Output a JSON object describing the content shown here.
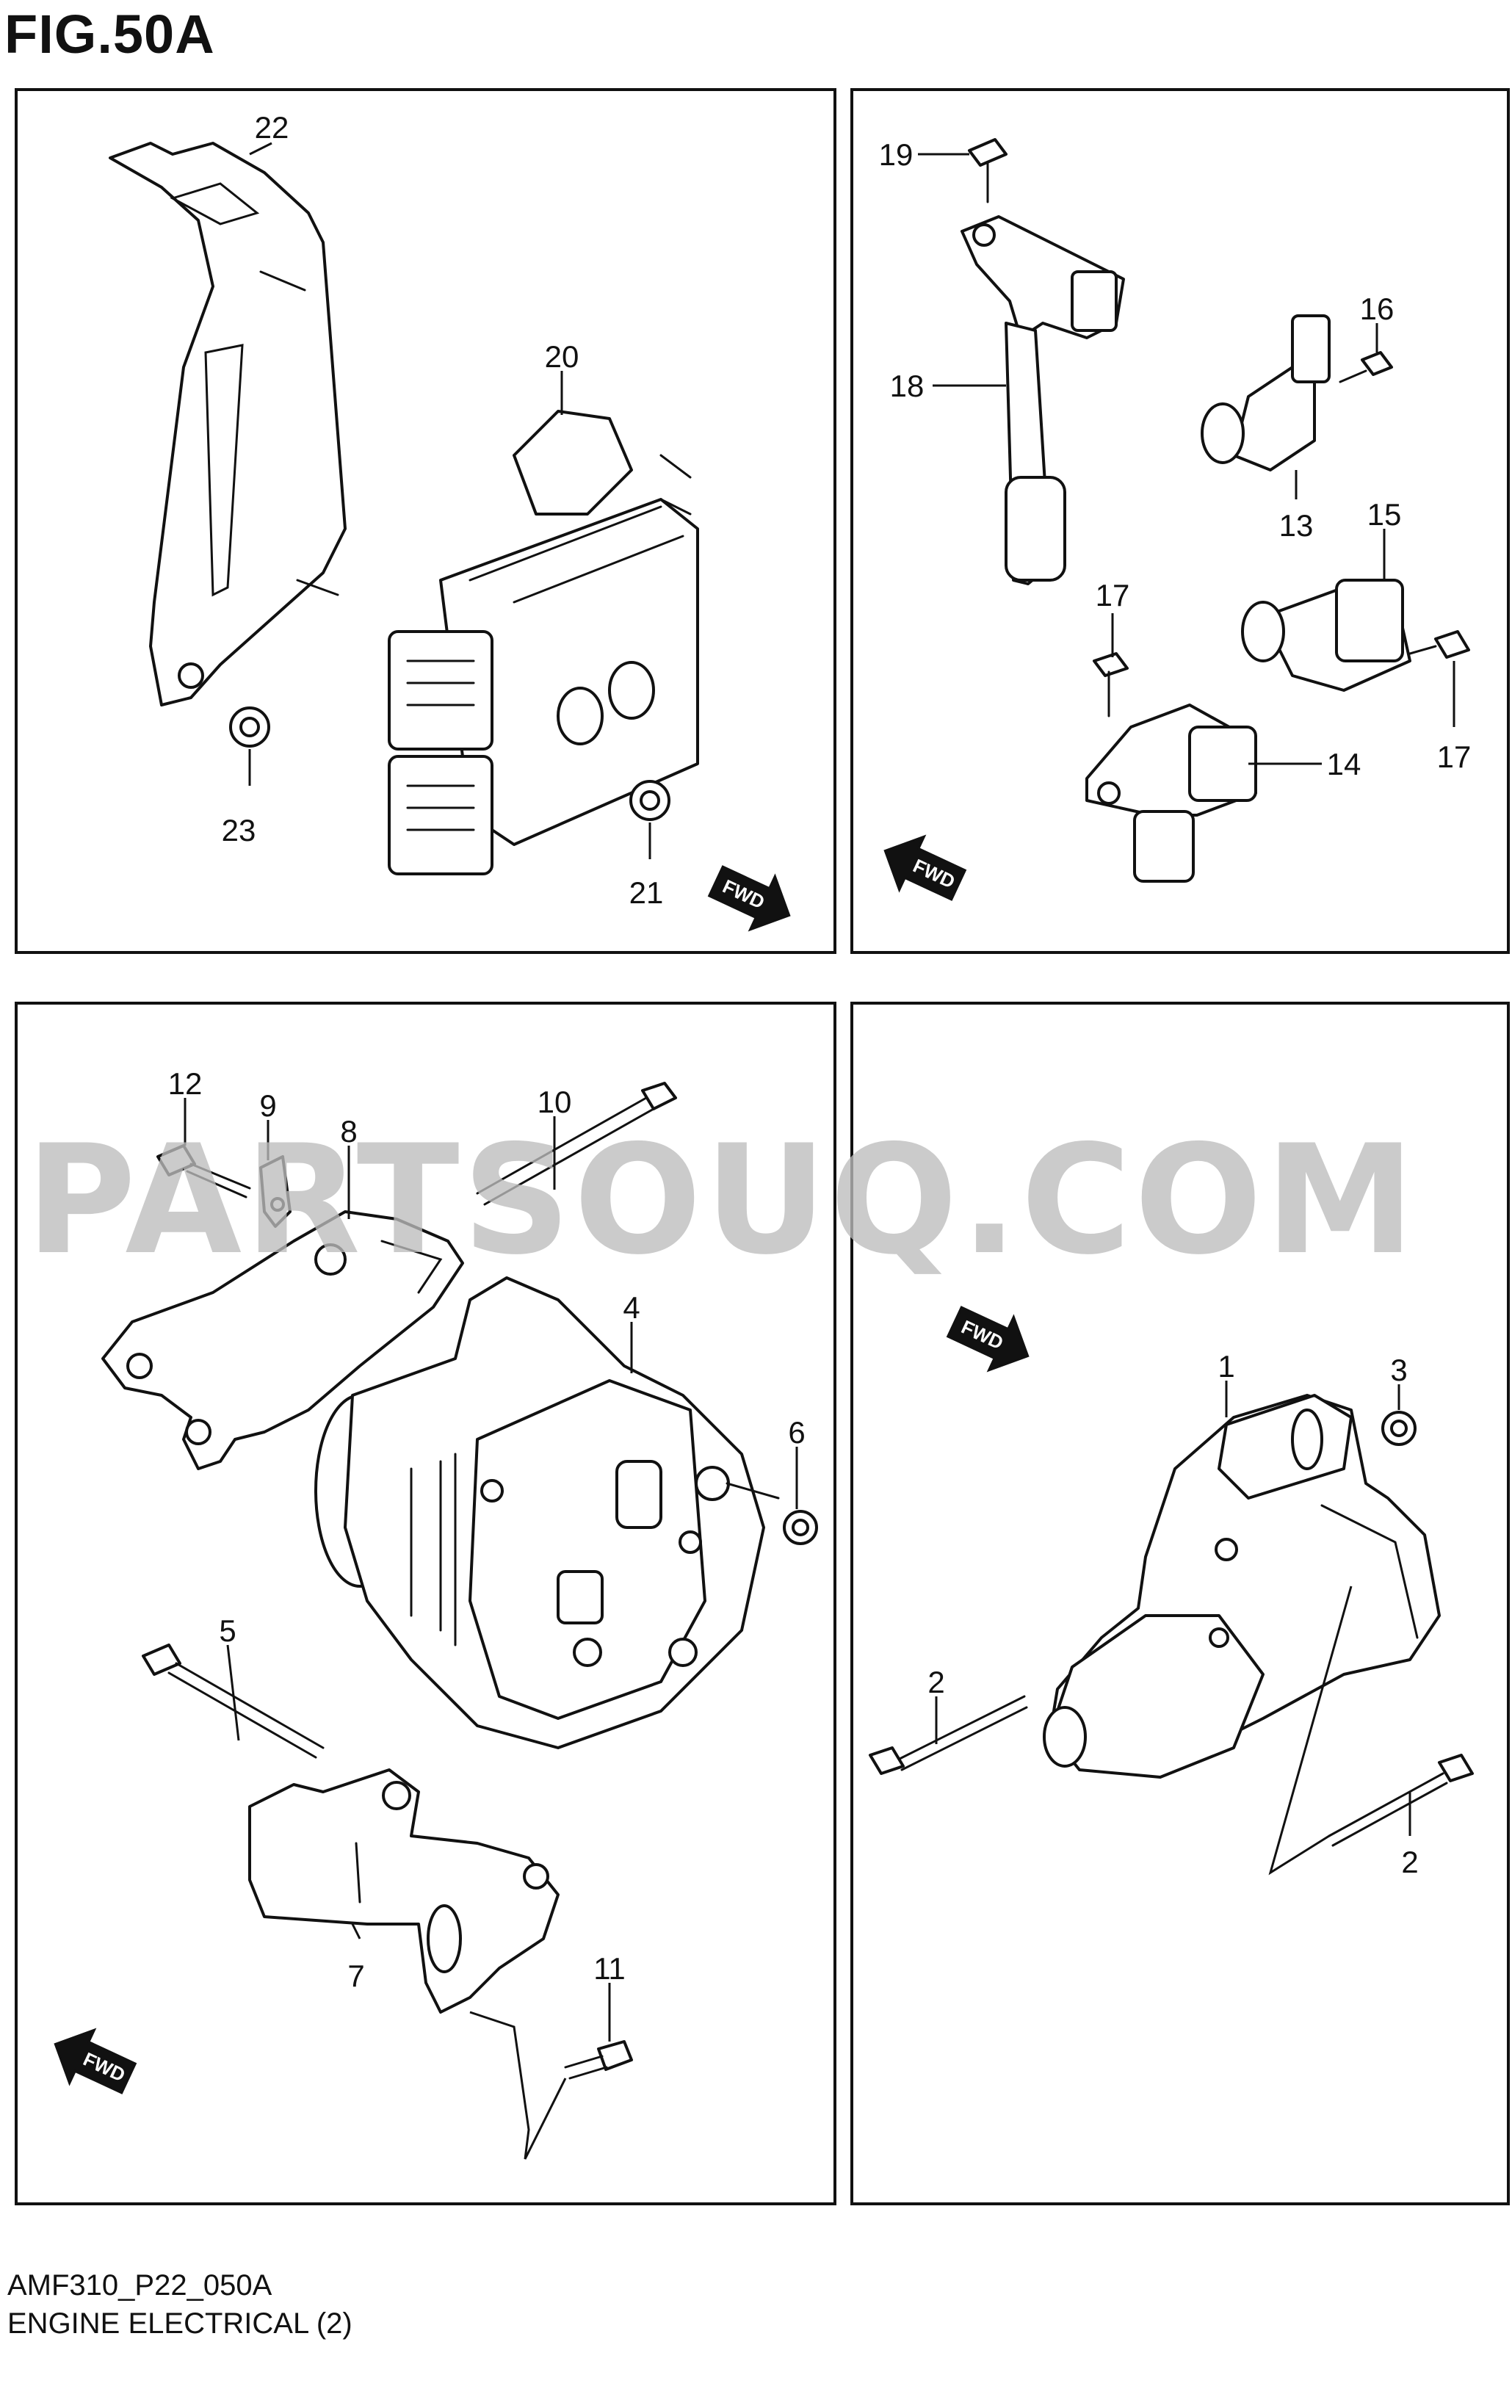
{
  "figure": {
    "title": "FIG.50A",
    "code": "AMF310_P22_050A",
    "name": "ENGINE ELECTRICAL (2)"
  },
  "watermark": "PARTSOUQ.COM",
  "fwd_label": "FWD",
  "callouts": {
    "c1": "1",
    "c2a": "2",
    "c2b": "2",
    "c3": "3",
    "c4": "4",
    "c5": "5",
    "c6": "6",
    "c7": "7",
    "c8": "8",
    "c9": "9",
    "c10": "10",
    "c11": "11",
    "c12": "12",
    "c13": "13",
    "c14": "14",
    "c15": "15",
    "c16": "16",
    "c17a": "17",
    "c17b": "17",
    "c18": "18",
    "c19": "19",
    "c20": "20",
    "c21": "21",
    "c22": "22",
    "c23": "23"
  },
  "icons": {
    "fwd_arrow": "fwd-arrow-icon",
    "bolt": "bolt-icon",
    "nut": "nut-icon"
  }
}
